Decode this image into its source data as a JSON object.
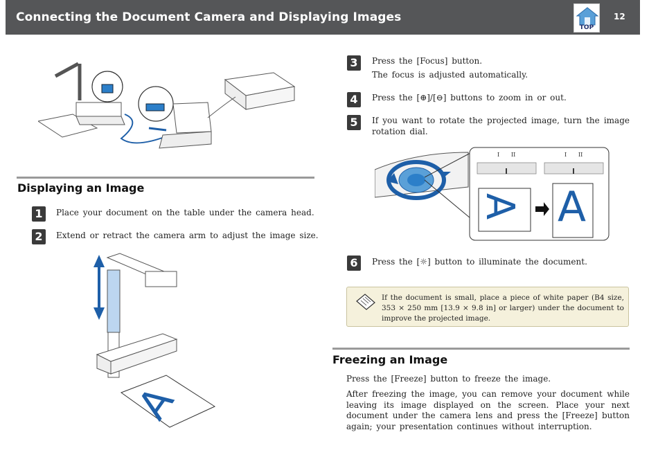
{
  "header": {
    "title": "Connecting the Document Camera and Displaying Images",
    "top_label": "TOP",
    "page_number": "12"
  },
  "left": {
    "section_title": "Displaying an Image",
    "steps": [
      {
        "num": "1",
        "text": "Place your document on the table under the camera head."
      },
      {
        "num": "2",
        "text": "Extend or retract the camera arm to adjust the image size."
      }
    ],
    "illustration_letter": "A"
  },
  "right": {
    "steps": [
      {
        "num": "3",
        "text": "Press the [Focus] button.",
        "sub": "The focus is adjusted automatically."
      },
      {
        "num": "4",
        "text": "Press the [⊕]/[⊖] buttons to zoom in or out."
      },
      {
        "num": "5",
        "text": "If you want to rotate the projected image, turn the image rotation dial."
      },
      {
        "num": "6",
        "text": "Press the [☼] button to illuminate the document."
      }
    ],
    "dial_labels": [
      "I",
      "II"
    ],
    "rotation_letter": "A",
    "note": "If the document is small, place a piece of white paper (B4 size, 353 × 250 mm [13.9 × 9.8 in] or larger) under the document to improve the projected image.",
    "freeze_title": "Freezing an Image",
    "freeze_p1": "Press the [Freeze] button to freeze the image.",
    "freeze_p2": "After freezing the image, you can remove your document while leaving its image displayed on the screen. Place your next document under the camera lens and press the [Freeze] button again; your presentation continues without interruption."
  },
  "colors": {
    "header_bg": "#555658",
    "accent_blue": "#1e5fa8",
    "note_bg": "#f5f1dc"
  }
}
